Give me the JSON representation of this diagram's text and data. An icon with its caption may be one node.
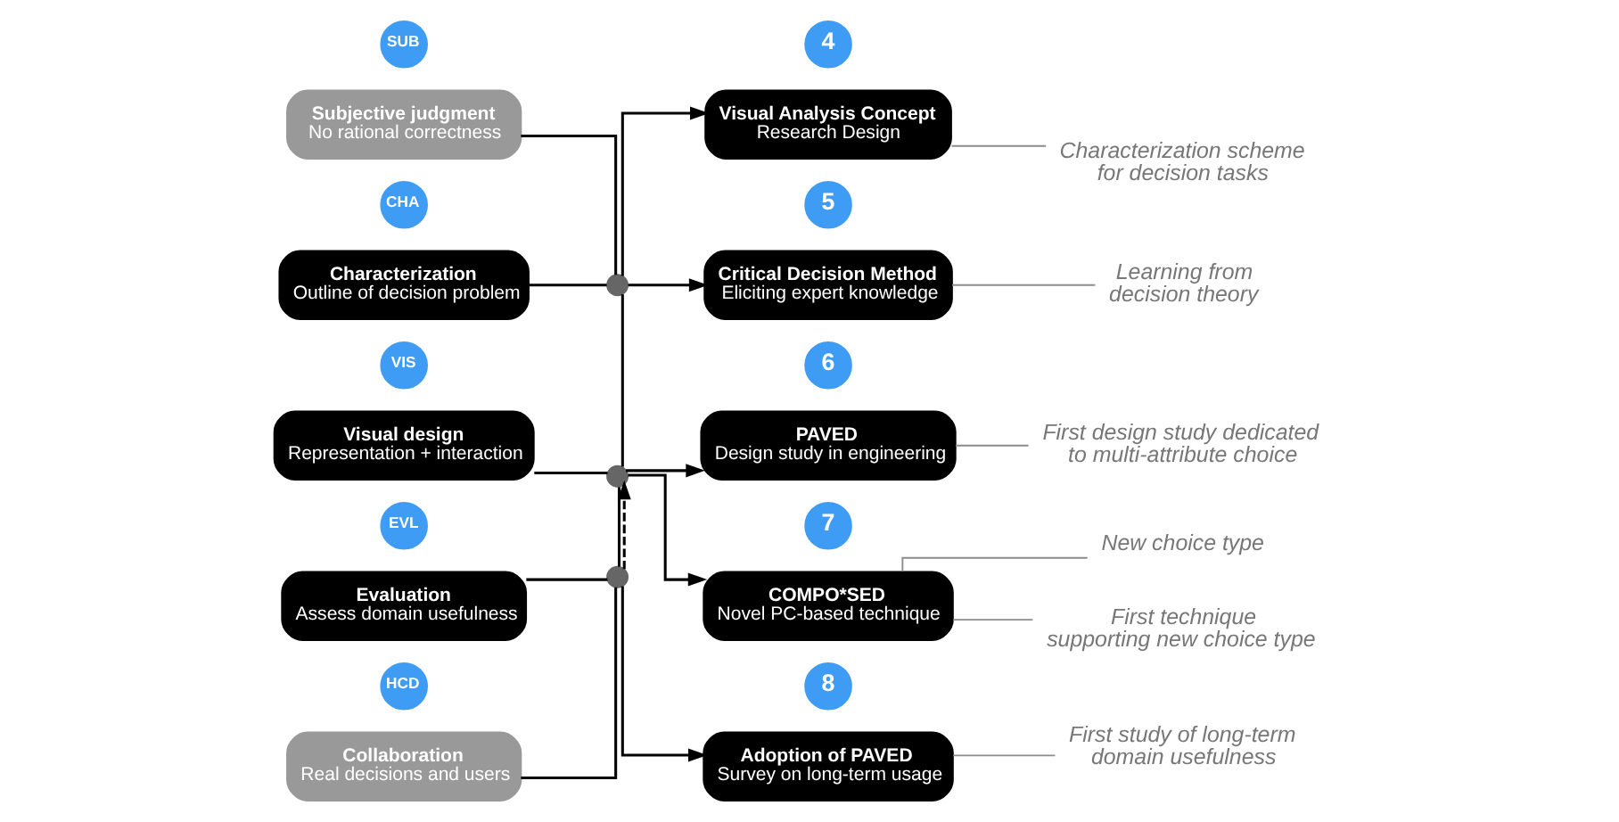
{
  "diagram": {
    "nodes": [
      {
        "text": [
          "SUB"
        ]
      },
      {
        "text": [
          "Subjective judgment",
          "No rational correctness"
        ]
      },
      {
        "text": [
          "4"
        ]
      },
      {
        "text": [
          "Visual Analysis Concept",
          "Research Design"
        ]
      },
      {
        "text": [
          "Characterization scheme for decision tasks"
        ]
      },
      {
        "text": [
          "CHA"
        ]
      },
      {
        "text": [
          "Characterization",
          "Outline of decision problem"
        ]
      },
      {
        "text": [],
        "shape": "circle"
      },
      {
        "text": [
          "5"
        ]
      },
      {
        "text": [
          "Critical Decision Method",
          "Eliciting expert knowledge"
        ]
      },
      {
        "text": [
          "Learning from decision theory"
        ]
      },
      {
        "text": [
          "VIS"
        ]
      },
      {
        "text": [
          "Visual design",
          "Representation + interaction"
        ]
      },
      {
        "text": [],
        "shape": "circle"
      },
      {
        "text": [
          "6"
        ]
      },
      {
        "text": [
          "PAVED",
          "Design study in engineering"
        ]
      },
      {
        "text": [
          "First design study dedicated to multi-attribute choice"
        ]
      },
      {
        "text": [
          "EVL"
        ]
      },
      {
        "text": [
          "Evaluation",
          "Assess domain usefulness"
        ]
      },
      {
        "text": [],
        "shape": "circle"
      },
      {
        "text": [
          "7"
        ]
      },
      {
        "text": [
          "COMPO*SED",
          "Novel PC-based technique"
        ]
      },
      {
        "text": [
          "New choice type"
        ]
      },
      {
        "text": [
          "First technique supporting new choice type"
        ]
      },
      {
        "text": [
          "HCD"
        ]
      },
      {
        "text": [
          "Collaboration",
          "Real decisions and users"
        ]
      },
      {
        "text": [
          "8"
        ]
      },
      {
        "text": [
          "Adoption of PAVED",
          "Survey on long-term usage"
        ]
      },
      {
        "text": [
          "First study of long-term domain usefulness"
        ]
      }
    ],
    "edges": [
      {
        "from": 1,
        "to": 7,
        "arrow": "none"
      },
      {
        "from": 6,
        "to": 7,
        "arrow": "none"
      },
      {
        "from": 7,
        "to": 13,
        "arrow": "none"
      },
      {
        "from": 12,
        "to": 13,
        "arrow": "none"
      },
      {
        "from": 13,
        "to": 19,
        "arrow": "none"
      },
      {
        "from": 18,
        "to": 19,
        "arrow": "none"
      },
      {
        "from": 25,
        "to": 19,
        "arrow": "none"
      },
      {
        "from": 7,
        "to": 3,
        "arrow": "to"
      },
      {
        "from": 7,
        "to": 9,
        "arrow": "to"
      },
      {
        "from": 13,
        "to": 15,
        "arrow": "to"
      },
      {
        "from": 13,
        "to": 21,
        "arrow": "to"
      },
      {
        "from": 19,
        "to": 13,
        "arrow": "to",
        "style": "dashed"
      },
      {
        "from": 19,
        "to": 27,
        "arrow": "to"
      },
      {
        "from": 4,
        "to": 3,
        "arrow": "none",
        "color": "#8c8c8c"
      },
      {
        "from": 10,
        "to": 9,
        "arrow": "none",
        "color": "#8c8c8c"
      },
      {
        "from": 16,
        "to": 15,
        "arrow": "none",
        "color": "#8c8c8c"
      },
      {
        "from": 22,
        "to": 21,
        "arrow": "none",
        "color": "#8c8c8c"
      },
      {
        "from": 23,
        "to": 21,
        "arrow": "none",
        "color": "#8c8c8c"
      },
      {
        "from": 28,
        "to": 27,
        "arrow": "none",
        "color": "#8c8c8c"
      }
    ]
  }
}
